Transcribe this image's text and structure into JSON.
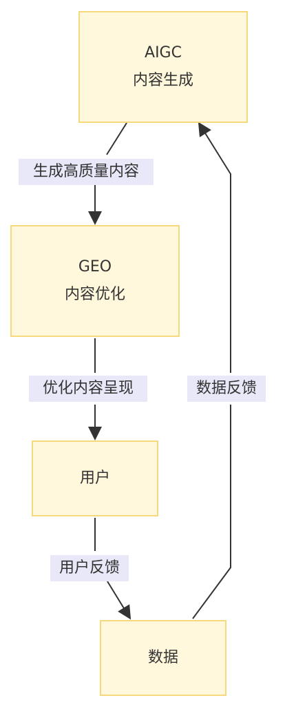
{
  "nodes": {
    "aigc": {
      "title": "AIGC",
      "subtitle": "内容生成"
    },
    "geo": {
      "title": "GEO",
      "subtitle": "内容优化"
    },
    "user": {
      "title": "用户"
    },
    "data": {
      "title": "数据"
    }
  },
  "edges": {
    "aigc_to_geo": "生成高质量内容",
    "geo_to_user": "优化内容呈现",
    "user_to_data": "用户反馈",
    "data_to_aigc": "数据反馈"
  },
  "colors": {
    "node_fill": "#fff8dc",
    "node_border": "#f5d97a",
    "edge_label_bg": "#e8e8f8",
    "edge": "#333333"
  }
}
